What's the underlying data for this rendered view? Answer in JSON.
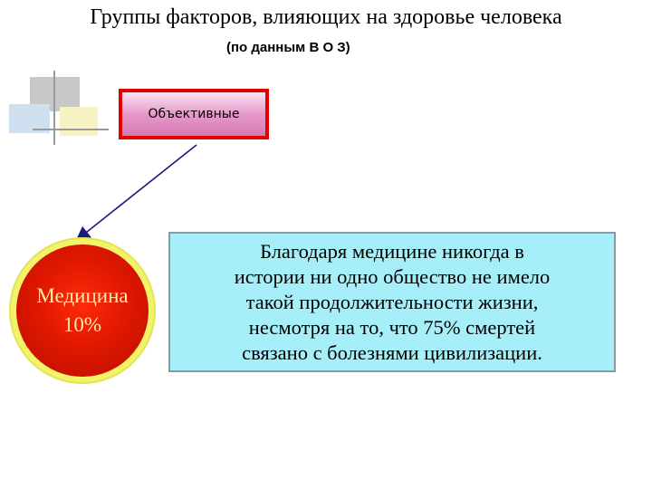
{
  "header": {
    "title": "Группы факторов, влияющих на здоровье человека",
    "subtitle": "(по данным В О З)"
  },
  "objective_box": {
    "label": "Объективные"
  },
  "factor_circle": {
    "name": "Медицина",
    "percent": "10%"
  },
  "info_box": {
    "lines": [
      "Благодаря медицине никогда в",
      "истории ни одно общество не имело",
      "такой продолжительности жизни,",
      "несмотря на то, что 75% смертей",
      "связано с болезнями цивилизации."
    ]
  },
  "colors": {
    "box_border": "#e00000",
    "circle_fill": "#e01800",
    "circle_ring": "#f3f36a",
    "info_fill": "#a6eef8",
    "arrow": "#1a1a80"
  }
}
